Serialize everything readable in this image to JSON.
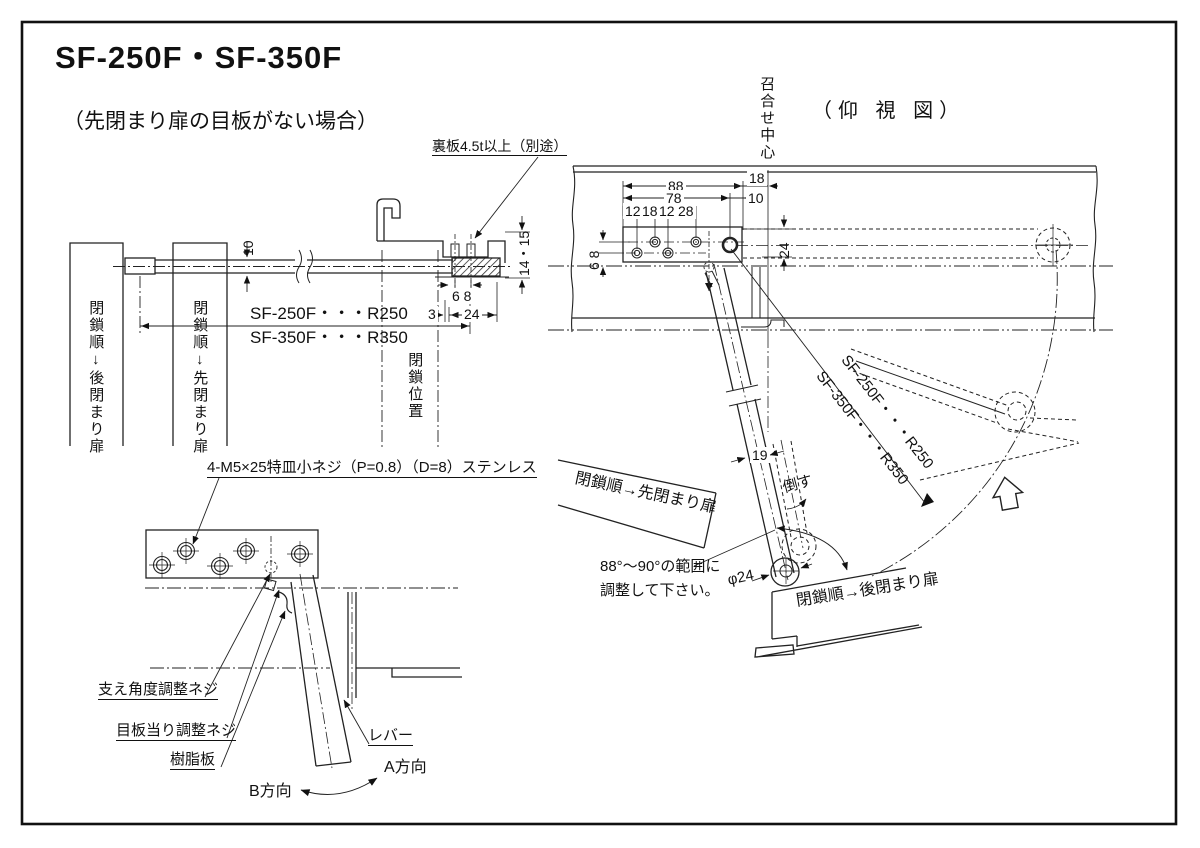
{
  "title": "SF-250F・SF-350F",
  "subtitle": "（先閉まり扉の目板がない場合）",
  "left_section": {
    "back_plate_note": "裏板4.5t以上（別途）",
    "door_back_vertical": "閉鎖順↓後閉まり扉",
    "door_front_vertical": "閉鎖順↓先閉まり扉",
    "closed_position_vertical": "閉鎖位置",
    "dim_10": "10",
    "dim_14_15": "14・15",
    "dim_6_8": "6 8",
    "dim_3": "3",
    "dim_24": "24",
    "radius_line1": "SF-250F・・・R250",
    "radius_line2": "SF-350F・・・R350"
  },
  "detail_section": {
    "screw_note": "4-M5×25特皿小ネジ（P=0.8）（D=8）ステンレス",
    "support_angle_screw": "支え角度調整ネジ",
    "plate_contact_screw": "目板当り調整ネジ",
    "resin_plate": "樹脂板",
    "lever": "レバー",
    "direction_a": "A方向",
    "direction_b": "B方向"
  },
  "right_section": {
    "view_title": "（仰 視 図）",
    "meeting_center_vertical": "召合せ中心",
    "dim_88": "88",
    "dim_18": "18",
    "dim_78": "78",
    "dim_10": "10",
    "dim_12a": "12",
    "dim_18b": "18",
    "dim_12b": "12",
    "dim_28": "28",
    "dim_6_8": "6 8",
    "dim_24": "24",
    "dim_19": "19",
    "radius_line1": "SF-250F・・・R250",
    "radius_line2": "SF-350F・・・R350",
    "door_front_label": "閉鎖順→先閉まり扉",
    "tilt_label": "倒す",
    "adjust_note_line1": "88°～90°の範囲に",
    "adjust_note_line2": "調整して下さい。",
    "dia_24": "φ24",
    "door_back_label": "閉鎖順→後閉まり扉"
  }
}
